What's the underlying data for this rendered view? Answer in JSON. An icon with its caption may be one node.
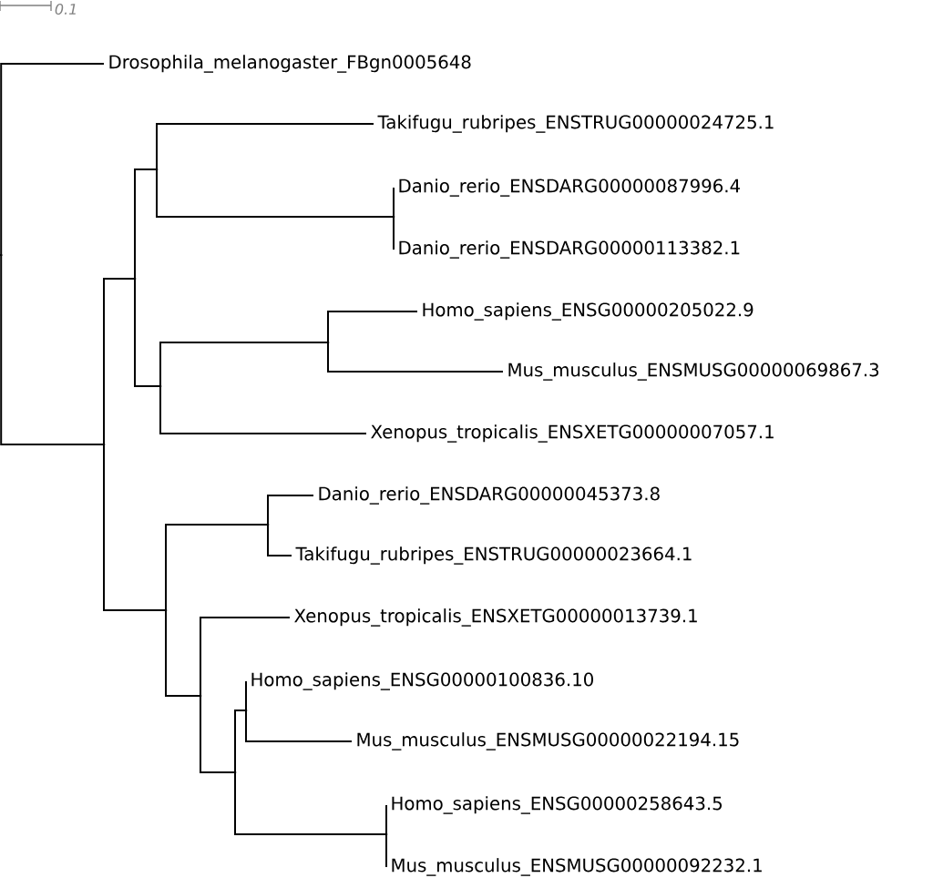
{
  "diagram": {
    "nodes": [
      {
        "text": [
          "Drosophila_melanogaster_FBgn0005648"
        ]
      },
      {
        "text": [
          "Takifugu_rubripes_ENSTRUG00000024725.1"
        ]
      },
      {
        "text": [
          "Danio_rerio_ENSDARG00000087996.4"
        ]
      },
      {
        "text": [
          "Danio_rerio_ENSDARG00000113382.1"
        ]
      },
      {
        "text": [
          "Homo_sapiens_ENSG00000205022.9"
        ]
      },
      {
        "text": [
          "Mus_musculus_ENSMUSG00000069867.3"
        ]
      },
      {
        "text": [
          "Xenopus_tropicalis_ENSXETG00000007057.1"
        ]
      },
      {
        "text": [
          "Danio_rerio_ENSDARG00000045373.8"
        ]
      },
      {
        "text": [
          "Takifugu_rubripes_ENSTRUG00000023664.1"
        ]
      },
      {
        "text": [
          "Xenopus_tropicalis_ENSXETG00000013739.1"
        ]
      },
      {
        "text": [
          "Homo_sapiens_ENSG00000100836.10"
        ]
      },
      {
        "text": [
          "Mus_musculus_ENSMUSG00000022194.15"
        ]
      },
      {
        "text": [
          "Homo_sapiens_ENSG00000258643.5"
        ]
      },
      {
        "text": [
          "Mus_musculus_ENSMUSG00000092232.1"
        ]
      },
      {
        "text": [],
        "shape": "point"
      },
      {
        "text": [],
        "shape": "point"
      },
      {
        "text": [],
        "shape": "point"
      },
      {
        "text": [],
        "shape": "point"
      },
      {
        "text": [],
        "shape": "point"
      },
      {
        "text": [],
        "shape": "point"
      },
      {
        "text": [],
        "shape": "point"
      },
      {
        "text": [],
        "shape": "point"
      },
      {
        "text": [],
        "shape": "point"
      },
      {
        "text": [],
        "shape": "point"
      },
      {
        "text": [],
        "shape": "point"
      },
      {
        "text": [],
        "shape": "point"
      },
      {
        "text": [],
        "shape": "point"
      }
    ],
    "edges": [
      {
        "from": 14,
        "to": 0,
        "arrow": "none"
      },
      {
        "from": 14,
        "to": 15,
        "arrow": "none"
      },
      {
        "from": 15,
        "to": 16,
        "arrow": "none"
      },
      {
        "from": 15,
        "to": 20,
        "arrow": "none"
      },
      {
        "from": 16,
        "to": 17,
        "arrow": "none"
      },
      {
        "from": 16,
        "to": 19,
        "arrow": "none"
      },
      {
        "from": 17,
        "to": 1,
        "arrow": "none"
      },
      {
        "from": 17,
        "to": 18,
        "arrow": "none"
      },
      {
        "from": 18,
        "to": 2,
        "arrow": "none"
      },
      {
        "from": 18,
        "to": 3,
        "arrow": "none"
      },
      {
        "from": 19,
        "to": 21,
        "arrow": "none"
      },
      {
        "from": 19,
        "to": 6,
        "arrow": "none"
      },
      {
        "from": 21,
        "to": 4,
        "arrow": "none"
      },
      {
        "from": 21,
        "to": 5,
        "arrow": "none"
      },
      {
        "from": 20,
        "to": 22,
        "arrow": "none"
      },
      {
        "from": 20,
        "to": 23,
        "arrow": "none"
      },
      {
        "from": 22,
        "to": 7,
        "arrow": "none"
      },
      {
        "from": 22,
        "to": 8,
        "arrow": "none"
      },
      {
        "from": 23,
        "to": 9,
        "arrow": "none"
      },
      {
        "from": 23,
        "to": 24,
        "arrow": "none"
      },
      {
        "from": 24,
        "to": 25,
        "arrow": "none"
      },
      {
        "from": 24,
        "to": 26,
        "arrow": "none"
      },
      {
        "from": 25,
        "to": 10,
        "arrow": "none"
      },
      {
        "from": 25,
        "to": 11,
        "arrow": "none"
      },
      {
        "from": 26,
        "to": 12,
        "arrow": "none"
      },
      {
        "from": 26,
        "to": 13,
        "arrow": "none"
      }
    ],
    "labels": [
      "0.1"
    ]
  }
}
